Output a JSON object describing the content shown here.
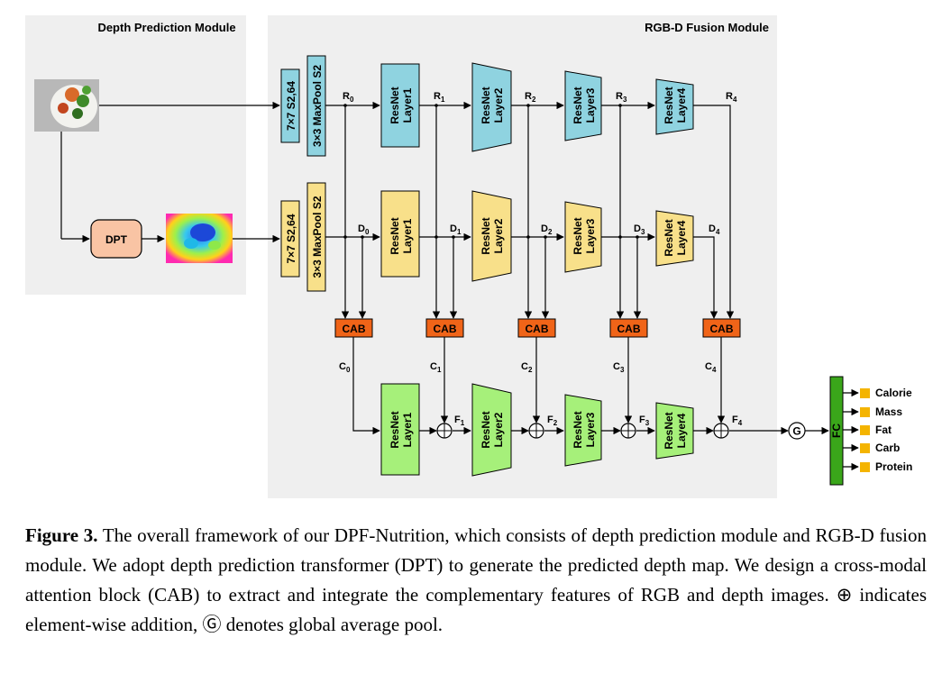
{
  "modules": {
    "depth_title": "Depth Prediction Module",
    "fusion_title": "RGB-D Fusion Module"
  },
  "blocks": {
    "dpt": "DPT",
    "conv": "7×7 S2,64",
    "pool": "3×3 MaxPool S2",
    "layer1": [
      "ResNet",
      "Layer1"
    ],
    "layer2": [
      "ResNet",
      "Layer2"
    ],
    "layer3": [
      "ResNet",
      "Layer3"
    ],
    "layer4": [
      "ResNet",
      "Layer4"
    ],
    "cab": "CAB",
    "fc": "FC",
    "gap_symbol": "G"
  },
  "labels": {
    "R": [
      [
        "R",
        "0"
      ],
      [
        "R",
        "1"
      ],
      [
        "R",
        "2"
      ],
      [
        "R",
        "3"
      ],
      [
        "R",
        "4"
      ]
    ],
    "D": [
      [
        "D",
        "0"
      ],
      [
        "D",
        "1"
      ],
      [
        "D",
        "2"
      ],
      [
        "D",
        "3"
      ],
      [
        "D",
        "4"
      ]
    ],
    "C": [
      [
        "C",
        "0"
      ],
      [
        "C",
        "1"
      ],
      [
        "C",
        "2"
      ],
      [
        "C",
        "3"
      ],
      [
        "C",
        "4"
      ]
    ],
    "F": [
      [
        "F",
        "1"
      ],
      [
        "F",
        "2"
      ],
      [
        "F",
        "3"
      ],
      [
        "F",
        "4"
      ]
    ]
  },
  "outputs": [
    "Calorie",
    "Mass",
    "Fat",
    "Carb",
    "Protein"
  ],
  "caption": {
    "label": "Figure 3.",
    "part1": " The overall framework of our DPF-Nutrition, which consists of depth prediction module and RGB-D fusion module. We adopt depth prediction transformer (DPT) to generate the predicted depth map. We design a cross-modal attention block (CAB) to extract and integrate the complementary features of RGB and depth images. ",
    "add_symbol": "⊕",
    "part2": " indicates element-wise addition, ",
    "gap_symbol": "Ⓖ",
    "part3": " denotes global average pool."
  },
  "colors": {
    "rgb_blocks": "#8fd3e0",
    "depth_blocks": "#f8e08a",
    "fusion_blocks": "#a6f07a",
    "cab": "#f06418",
    "dpt": "#f9c4a4",
    "fc": "#3aa61a",
    "output_squares": "#f4b400",
    "panel": "#efefef"
  }
}
